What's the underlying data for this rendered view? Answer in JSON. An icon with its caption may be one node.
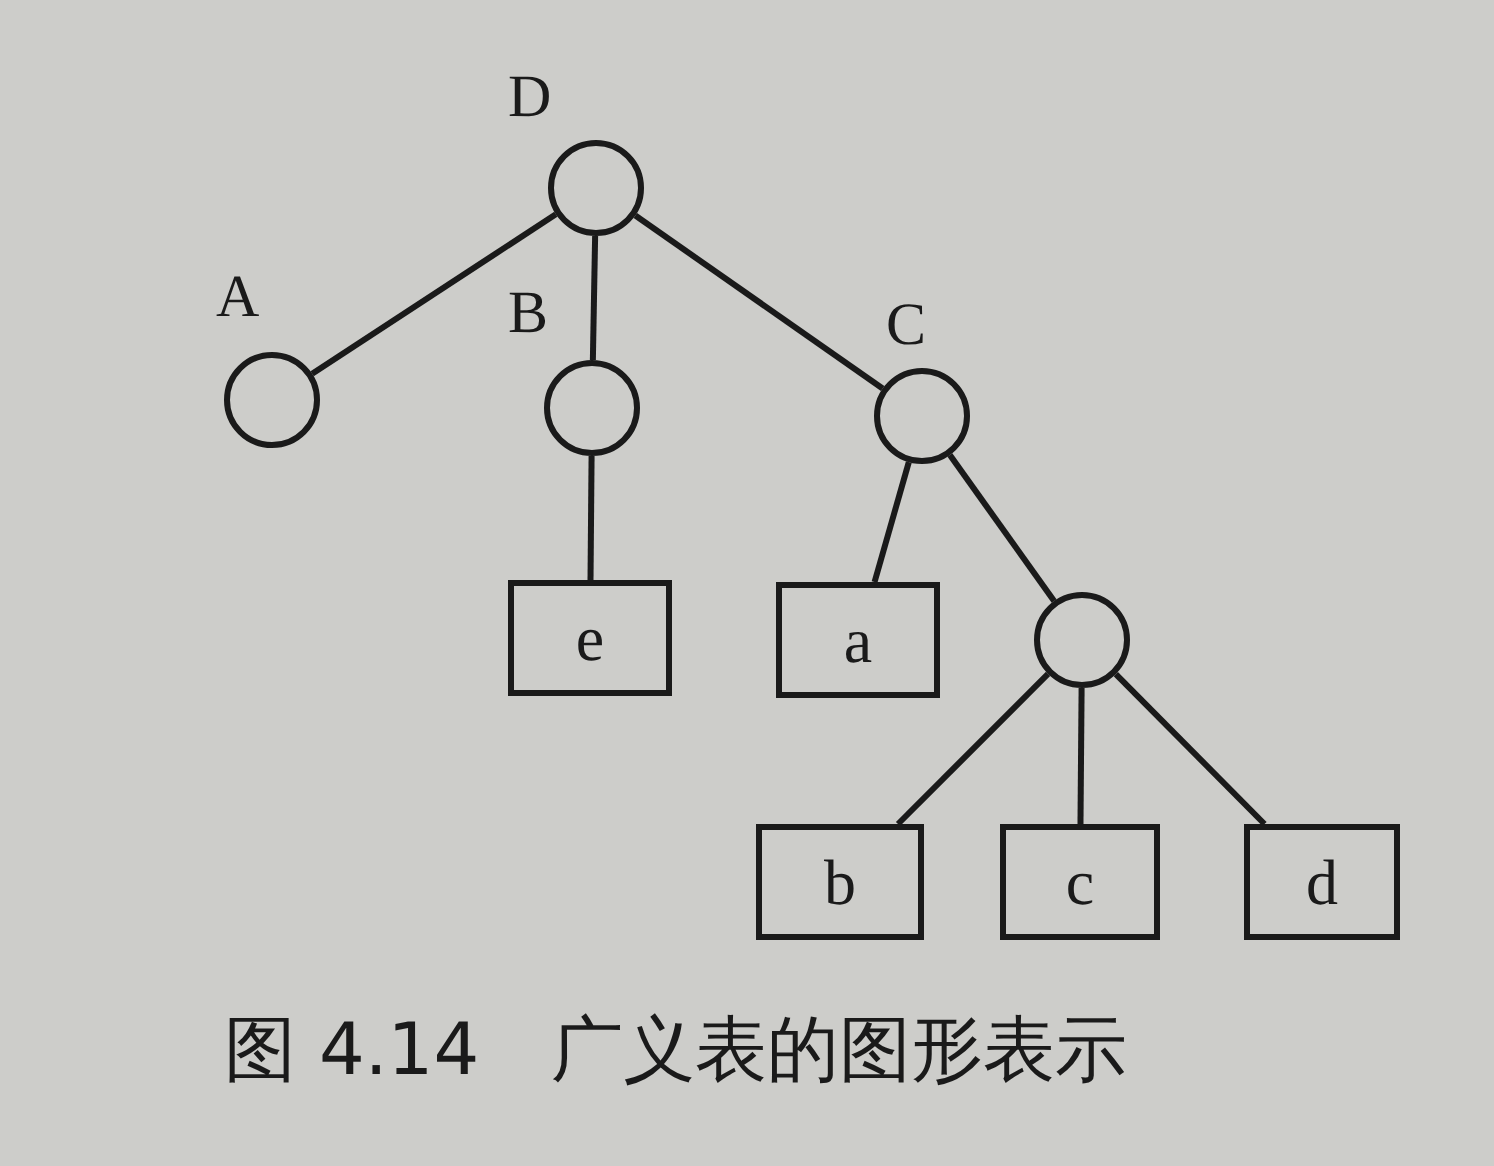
{
  "diagram": {
    "caption": "图 4.14　广义表的图形表示",
    "nodes": [
      {
        "text": [
          "D"
        ]
      },
      {
        "text": [
          "A"
        ]
      },
      {
        "text": [
          "B"
        ]
      },
      {
        "text": [
          "C"
        ]
      },
      {
        "text": [
          "e"
        ]
      },
      {
        "text": [
          "a"
        ]
      },
      {
        "text": [],
        "shape": "circle"
      },
      {
        "text": [
          "b"
        ]
      },
      {
        "text": [
          "c"
        ]
      },
      {
        "text": [
          "d"
        ]
      }
    ],
    "edges": [
      {
        "from": 0,
        "to": 1,
        "arrow": "none"
      },
      {
        "from": 0,
        "to": 2,
        "arrow": "none"
      },
      {
        "from": 0,
        "to": 3,
        "arrow": "none"
      },
      {
        "from": 2,
        "to": 4,
        "arrow": "none"
      },
      {
        "from": 3,
        "to": 5,
        "arrow": "none"
      },
      {
        "from": 3,
        "to": 6,
        "arrow": "none"
      },
      {
        "from": 6,
        "to": 7,
        "arrow": "none"
      },
      {
        "from": 6,
        "to": 8,
        "arrow": "none"
      },
      {
        "from": 6,
        "to": 9,
        "arrow": "none"
      }
    ]
  }
}
